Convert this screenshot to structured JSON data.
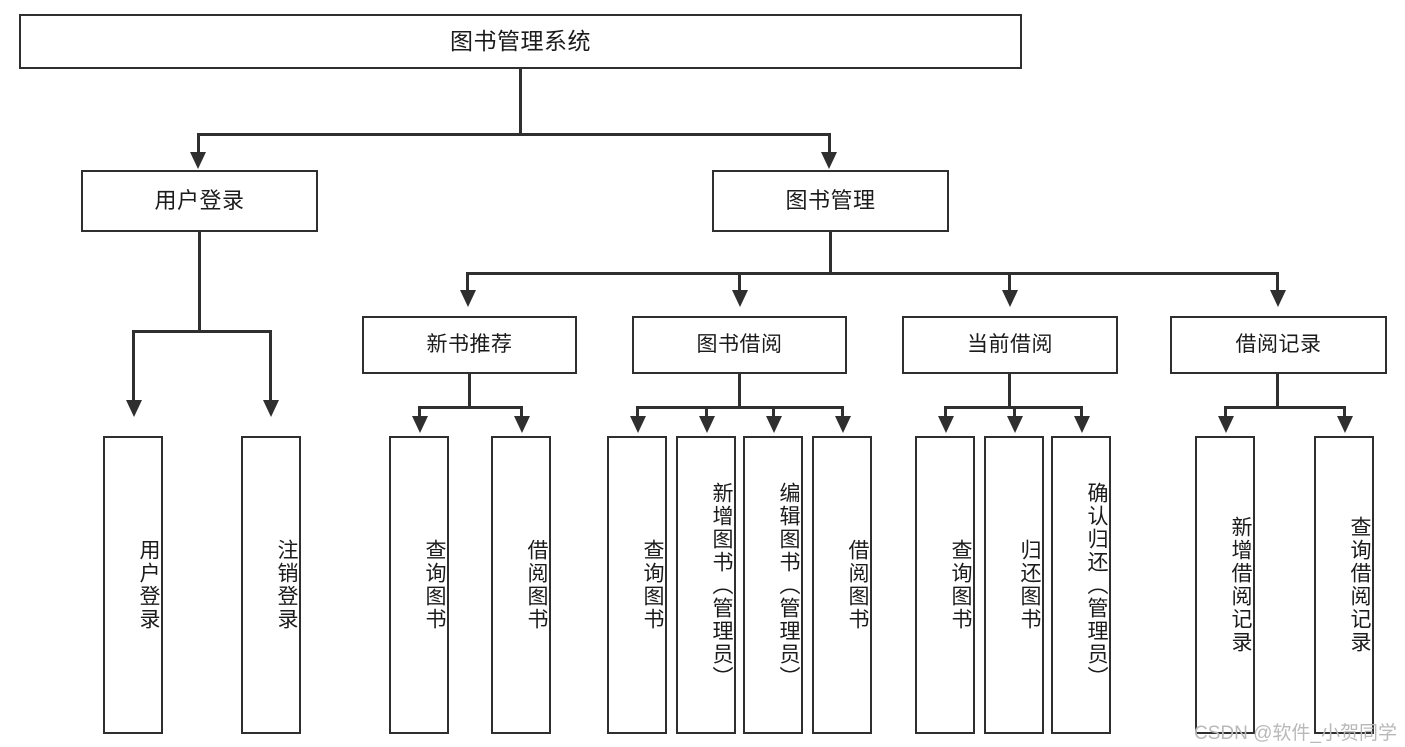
{
  "diagram": {
    "title": "图书管理系统",
    "type": "tree-hierarchy-chart",
    "watermark": "CSDN @软件_小贺同学",
    "root": {
      "label": "图书管理系统"
    },
    "level2": [
      {
        "id": "user-login",
        "label": "用户登录"
      },
      {
        "id": "book-management",
        "label": "图书管理"
      }
    ],
    "level3": [
      {
        "id": "new-book-recommend",
        "label": "新书推荐"
      },
      {
        "id": "book-borrow",
        "label": "图书借阅"
      },
      {
        "id": "current-borrow",
        "label": "当前借阅"
      },
      {
        "id": "borrow-record",
        "label": "借阅记录"
      }
    ],
    "leaves": {
      "user_login": [
        {
          "id": "leaf-user-login",
          "label": "用户登录"
        },
        {
          "id": "leaf-logout-login",
          "label": "注销登录"
        }
      ],
      "new_book_recommend": [
        {
          "id": "leaf-query-book-1",
          "label": "查询图书"
        },
        {
          "id": "leaf-borrow-book-1",
          "label": "借阅图书"
        }
      ],
      "book_borrow": [
        {
          "id": "leaf-query-book-2",
          "label": "查询图书"
        },
        {
          "id": "leaf-add-book",
          "label": "新增图书（管理员）"
        },
        {
          "id": "leaf-edit-book",
          "label": "编辑图书（管理员）"
        },
        {
          "id": "leaf-borrow-book-2",
          "label": "借阅图书"
        }
      ],
      "current_borrow": [
        {
          "id": "leaf-query-book-3",
          "label": "查询图书"
        },
        {
          "id": "leaf-return-book",
          "label": "归还图书"
        },
        {
          "id": "leaf-confirm-return",
          "label": "确认归还（管理员）"
        }
      ],
      "borrow_record": [
        {
          "id": "leaf-add-record",
          "label": "新增借阅记录"
        },
        {
          "id": "leaf-query-record",
          "label": "查询借阅记录"
        }
      ]
    },
    "colors": {
      "stroke": "#2f2f2f",
      "fill": "#ffffff",
      "text": "#1b1b1b",
      "watermark": "#b9b9b9"
    }
  }
}
